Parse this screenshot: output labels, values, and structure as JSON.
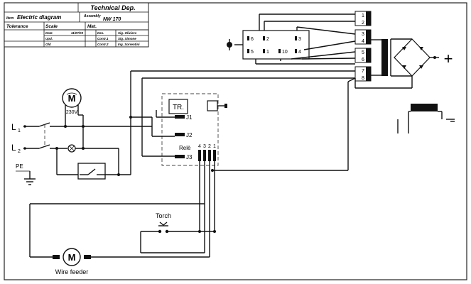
{
  "title_block": {
    "department": "Technical Dep.",
    "item_label": "Item",
    "item_value": "Electric diagram",
    "assembly_label": "Assembly",
    "assembly_value": "NW 170",
    "tolerance_label": "Tolerance",
    "scale_label": "Scale",
    "mat_label": "Mat.",
    "rows": [
      {
        "col1": "Date",
        "col2": "11/07/03",
        "col3": "Des.",
        "col4": "Sig. Oliviero"
      },
      {
        "col1": "Upd.",
        "col2": "",
        "col3": "Contr.1",
        "col4": "Sig. Simone"
      },
      {
        "col1": "Old",
        "col2": "",
        "col3": "Contr.2",
        "col4": "Ing. Sorrentini"
      }
    ]
  },
  "labels": {
    "line1": "L",
    "line1_sub": "1",
    "line2": "L",
    "line2_sub": "2",
    "pe": "PE",
    "fan_voltage": "230V",
    "transformer_box": "TR.",
    "relay": "Relè",
    "relay_pins": [
      "4",
      "3",
      "2",
      "1"
    ],
    "torch": "Torch",
    "wire_feeder": "Wire feeder",
    "motor_symbol": "M",
    "plus_sign": "+"
  },
  "connectors": [
    "J1",
    "J2",
    "J3"
  ],
  "terminals": [
    "1",
    "2",
    "3",
    "4",
    "5",
    "6",
    "7",
    "8"
  ],
  "switch_pins": [
    "6",
    "2",
    "3",
    "5",
    "1",
    "10",
    "4"
  ]
}
